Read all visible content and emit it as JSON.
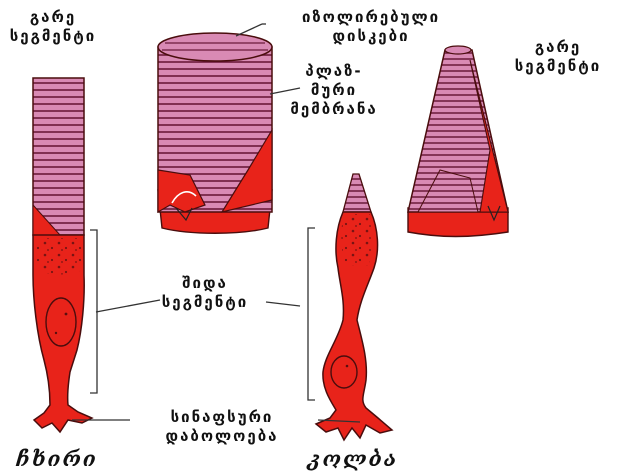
{
  "labels": {
    "outer_segment_left": [
      "გარე",
      "სეგმენტი"
    ],
    "isolated_discs": [
      "იზოლირებული",
      "დისკები"
    ],
    "plasma_membrane": [
      "პლაზ-",
      "მური",
      "მემბრანა"
    ],
    "outer_segment_right": [
      "გარე",
      "სეგმენტი"
    ],
    "inner_segment": [
      "შიდა",
      "სეგმენტი"
    ],
    "synaptic_ending": [
      "სინაფსური",
      "დაბოლოება"
    ]
  },
  "captions": {
    "rod": "ჩხირი",
    "cone": "კოლბა"
  },
  "colors": {
    "cytoplasm": "#e8231a",
    "membrane_stack": "#d98ab4",
    "disc_line": "#6b1a3a",
    "outline": "#4a0d0d",
    "leader_line": "#333333"
  }
}
